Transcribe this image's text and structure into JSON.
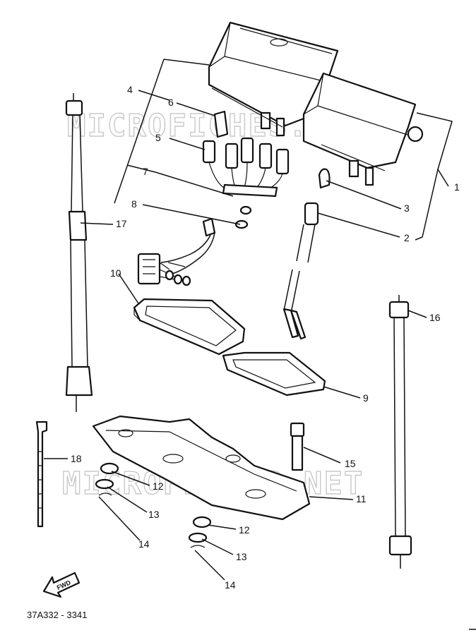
{
  "callouts": {
    "c1": "1",
    "c2": "2",
    "c3": "3",
    "c4": "4",
    "c5": "5",
    "c6": "6",
    "c7": "7",
    "c8": "8",
    "c9": "9",
    "c10": "10",
    "c11": "11",
    "c12a": "12",
    "c12b": "12",
    "c13a": "13",
    "c13b": "13",
    "c14a": "14",
    "c14b": "14",
    "c15": "15",
    "c16": "16",
    "c17": "17",
    "c18": "18"
  },
  "fwd_label": "FWD",
  "diagram_code": "37A332 - 3341",
  "watermark": "MICROFICHES.NET"
}
